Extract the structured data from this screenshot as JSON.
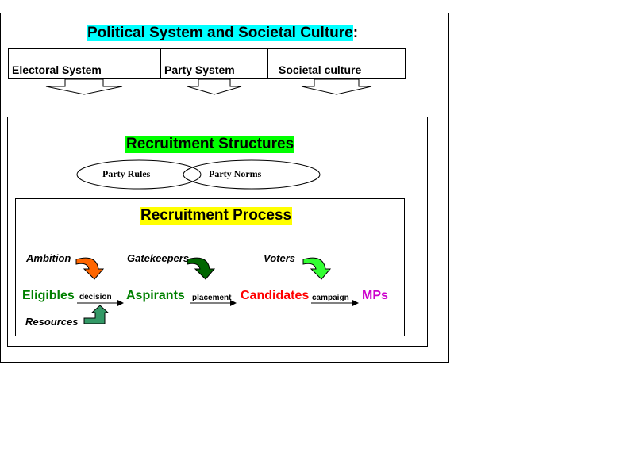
{
  "title": {
    "main": "Political System and Societal Culture",
    "suffix": ":"
  },
  "system_boxes": [
    {
      "label": "Electoral System"
    },
    {
      "label": "Party System"
    },
    {
      "label": "Societal culture"
    }
  ],
  "structures": {
    "title": "Recruitment Structures",
    "ellipses": [
      {
        "label": "Party Rules"
      },
      {
        "label": "Party Norms"
      }
    ]
  },
  "process": {
    "title": "Recruitment Process",
    "influences": {
      "ambition": "Ambition",
      "gatekeepers": "Gatekeepers",
      "voters": "Voters",
      "resources": "Resources"
    },
    "stages": {
      "eligibles": "Eligibles",
      "aspirants": "Aspirants",
      "candidates": "Candidates",
      "mps": "MPs"
    },
    "transitions": {
      "decision": "decision",
      "placement": "placement",
      "campaign": "campaign"
    }
  },
  "colors": {
    "title_highlight": "#00ffff",
    "structures_highlight": "#00ff00",
    "process_highlight": "#ffff00",
    "eligibles": "#008000",
    "aspirants": "#008000",
    "candidates": "#ff0000",
    "mps": "#cc00cc",
    "ambition_arrow": "#ff6600",
    "gatekeepers_arrow": "#006600",
    "voters_arrow": "#33ff33",
    "resources_arrow": "#339966"
  }
}
